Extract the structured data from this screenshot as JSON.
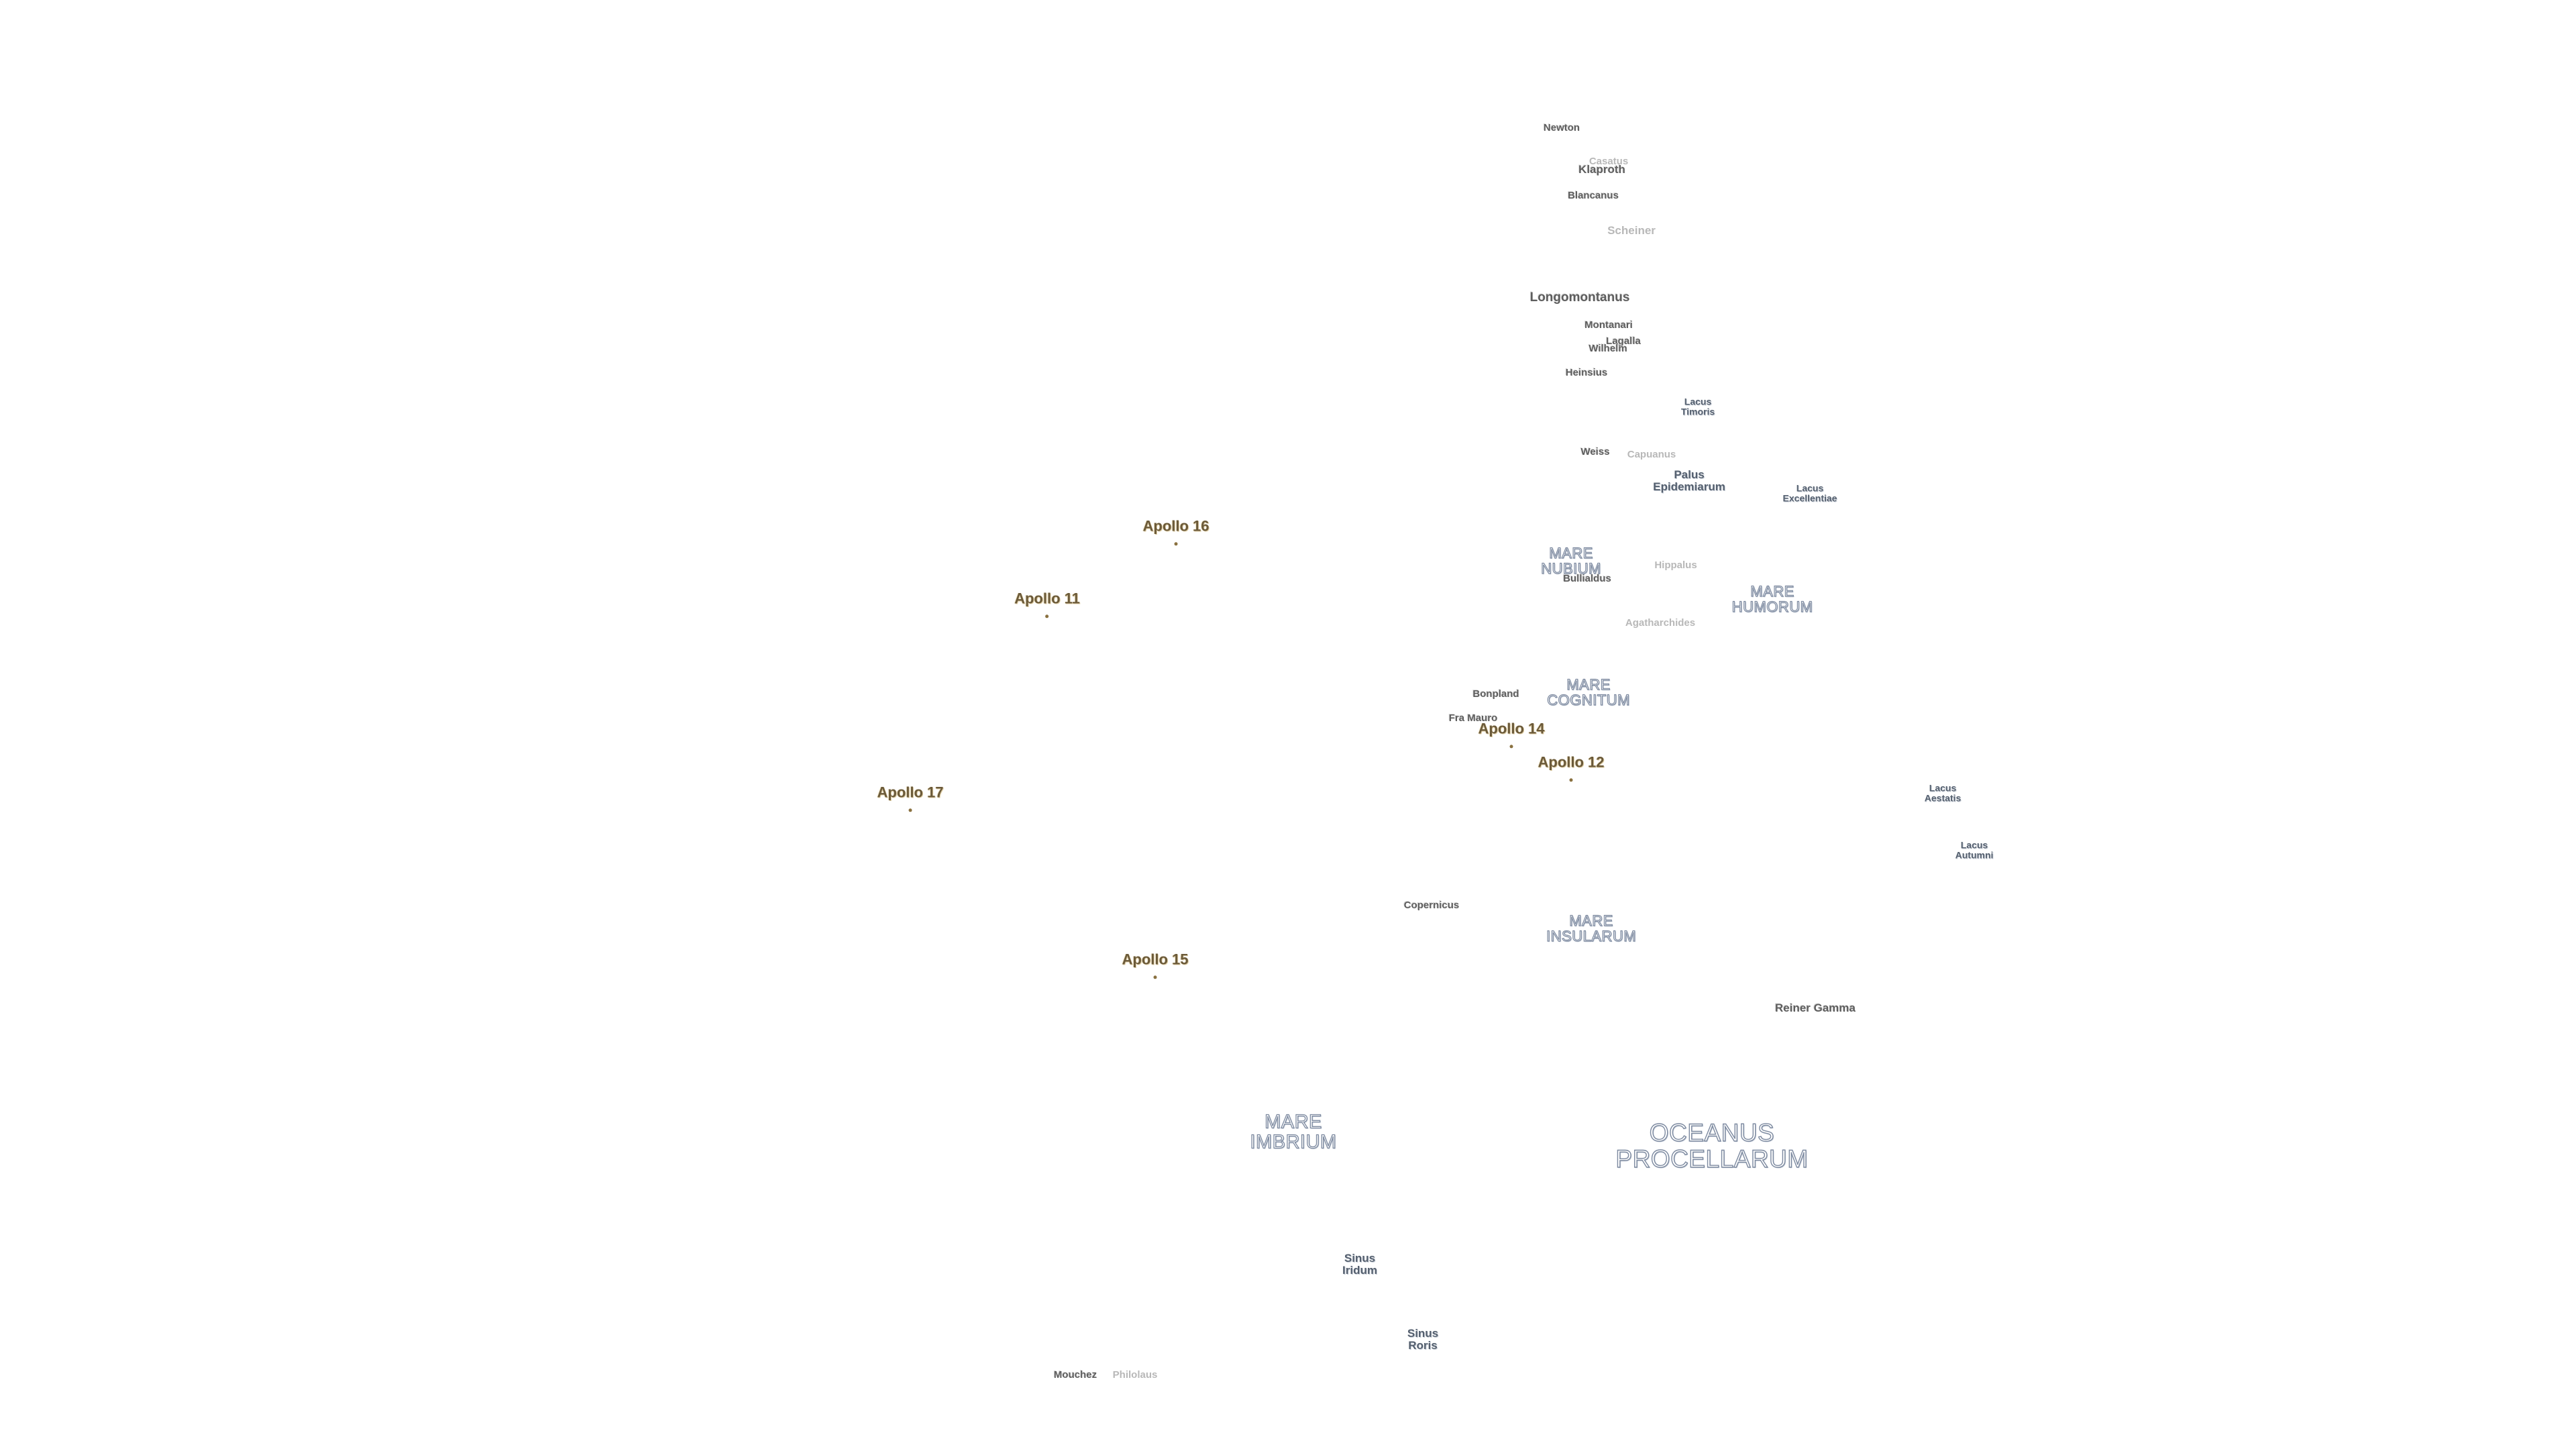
{
  "map": {
    "background": "#ffffff",
    "colors": {
      "crater": "#5e5e5e",
      "mare_outline": "#7d8aa0",
      "lacus": "#55606f",
      "apollo": "#6b5a3a"
    }
  },
  "craters": {
    "newton": "Newton",
    "casatus": "Casatus",
    "klaproth": "Klaproth",
    "blancanus": "Blancanus",
    "scheiner": "Scheiner",
    "longomontanus": "Longomontanus",
    "montanari": "Montanari",
    "lagalla": "Lagalla",
    "wilhelm": "Wilhelm",
    "heinsius": "Heinsius",
    "weiss": "Weiss",
    "capuanus": "Capuanus",
    "bullialdus": "Bullialdus",
    "hippalus": "Hippalus",
    "agatharchides": "Agatharchides",
    "bonpland": "Bonpland",
    "fra_mauro": "Fra Mauro",
    "copernicus": "Copernicus",
    "reiner_gamma": "Reiner Gamma",
    "mouchez": "Mouchez",
    "philolaus": "Philolaus"
  },
  "maria": {
    "nubium": "MARE\nNUBIUM",
    "humorum": "MARE\nHUMORUM",
    "cognitum": "MARE\nCOGNITUM",
    "insularum": "MARE\nINSULARUM",
    "imbrium": "MARE\nIMBRIUM",
    "procellarum": "OCEANUS\nPROCELLARUM"
  },
  "lakes": {
    "lacus_timoris": "Lacus\nTimoris",
    "palus_epidemiarum": "Palus\nEpidemiarum",
    "lacus_excellentiae": "Lacus\nExcellentiae",
    "lacus_aestatis": "Lacus\nAestatis",
    "lacus_autumni": "Lacus\nAutumni",
    "sinus_iridum": "Sinus\nIridum",
    "sinus_roris": "Sinus\nRoris"
  },
  "apollo_sites": {
    "apollo_16": "Apollo 16",
    "apollo_11": "Apollo 11",
    "apollo_14": "Apollo 14",
    "apollo_12": "Apollo 12",
    "apollo_17": "Apollo 17",
    "apollo_15": "Apollo 15"
  }
}
